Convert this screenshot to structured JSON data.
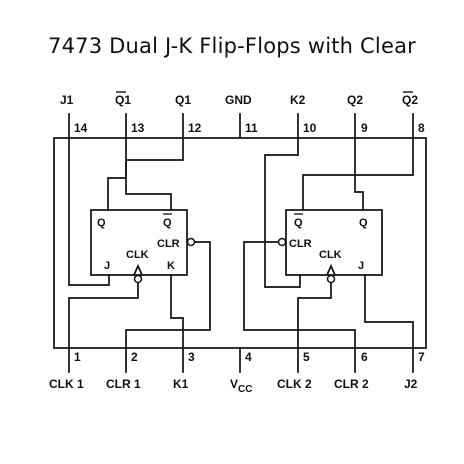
{
  "title": "7473 Dual J-K Flip-Flops with Clear",
  "top_pins": [
    {
      "label": "J1",
      "number": "14"
    },
    {
      "label": "Q1",
      "number": "13",
      "overbar": true
    },
    {
      "label": "Q1",
      "number": "12"
    },
    {
      "label": "GND",
      "number": "11"
    },
    {
      "label": "K2",
      "number": "10"
    },
    {
      "label": "Q2",
      "number": "9"
    },
    {
      "label": "Q2",
      "number": "8",
      "overbar": true
    }
  ],
  "bottom_pins": [
    {
      "label": "CLK 1",
      "number": "1"
    },
    {
      "label": "CLR 1",
      "number": "2"
    },
    {
      "label": "K1",
      "number": "3"
    },
    {
      "label": "V",
      "sub": "CC",
      "number": "4"
    },
    {
      "label": "CLK 2",
      "number": "5"
    },
    {
      "label": "CLR 2",
      "number": "6"
    },
    {
      "label": "J2",
      "number": "7"
    }
  ],
  "flipflop1": {
    "q": "Q",
    "qbar": "Q",
    "clk": "CLK",
    "clr": "CLR",
    "j": "J",
    "k": "K"
  },
  "flipflop2": {
    "qbar": "Q",
    "q": "Q",
    "clr": "CLR",
    "clk": "CLK",
    "j": "J"
  }
}
